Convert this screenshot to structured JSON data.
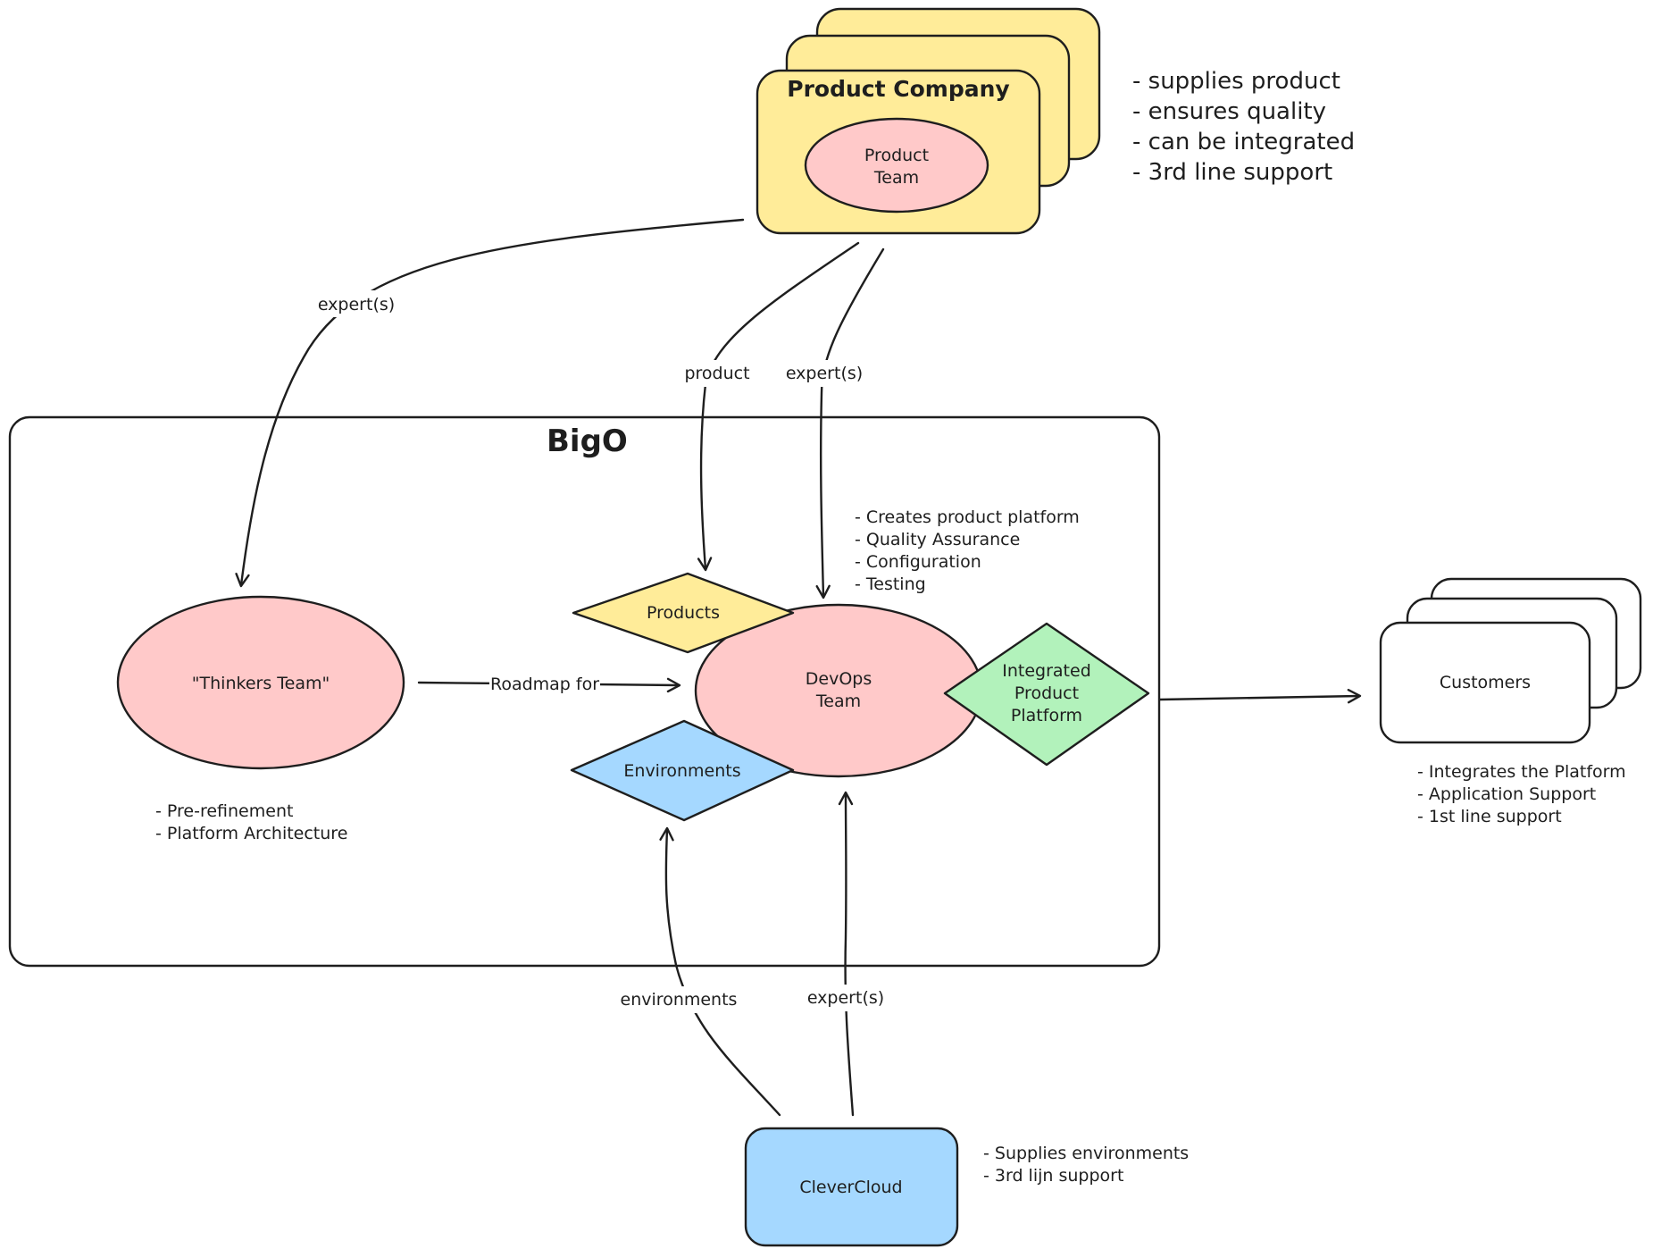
{
  "colors": {
    "yellow": "#ffec99",
    "pink": "#ffc9c9",
    "green": "#b2f2bb",
    "blue": "#a5d8ff",
    "white": "#ffffff",
    "ink": "#1e1e1e"
  },
  "product_company": {
    "title": "Product Company",
    "team": [
      "Product",
      "Team"
    ],
    "notes": [
      "- supplies product",
      "- ensures quality",
      "- can be integrated",
      "- 3rd line support"
    ]
  },
  "bigo": {
    "title": "BigO"
  },
  "thinkers": {
    "label": "\"Thinkers Team\"",
    "notes": [
      "- Pre-refinement",
      "- Platform Architecture"
    ]
  },
  "devops": {
    "label": [
      "DevOps",
      "Team"
    ],
    "notes": [
      "- Creates product platform",
      "- Quality Assurance",
      "- Configuration",
      "- Testing"
    ]
  },
  "products": {
    "label": "Products"
  },
  "environments": {
    "label": "Environments"
  },
  "integrated": {
    "label": [
      "Integrated",
      "Product",
      "Platform"
    ]
  },
  "customers": {
    "label": "Customers",
    "notes": [
      "- Integrates the Platform",
      "- Application Support",
      "- 1st line support"
    ]
  },
  "clevercloud": {
    "label": "CleverCloud",
    "notes": [
      "- Supplies environments",
      "- 3rd lijn support"
    ]
  },
  "edges": {
    "experts_thinkers": "expert(s)",
    "product": "product",
    "experts_devops": "expert(s)",
    "roadmap": "Roadmap for",
    "environments": "environments",
    "experts_cloud": "expert(s)"
  }
}
